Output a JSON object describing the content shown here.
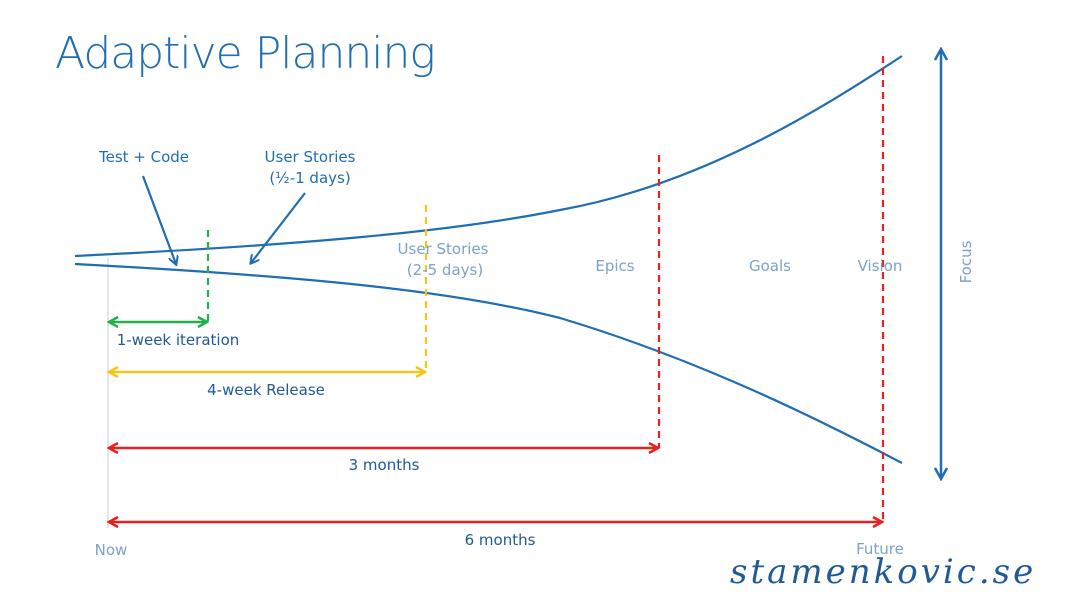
{
  "title": "Adaptive Planning",
  "labels": {
    "test_code": "Test + Code",
    "user_stories_short_1": "User Stories",
    "user_stories_short_2": "(½-1 days)",
    "user_stories_long_1": "User Stories",
    "user_stories_long_2": "(2-5 days)",
    "epics": "Epics",
    "goals": "Goals",
    "vision": "Vision",
    "focus": "Focus",
    "now": "Now",
    "future": "Future"
  },
  "spans": {
    "iteration": "1-week iteration",
    "release": "4-week Release",
    "three_months": "3 months",
    "six_months": "6 months"
  },
  "colors": {
    "funnel": "#1f6db3",
    "iteration": "#22b04b",
    "release": "#f5c518",
    "months": "#e8201f"
  },
  "signature": "stamenkovic.se"
}
